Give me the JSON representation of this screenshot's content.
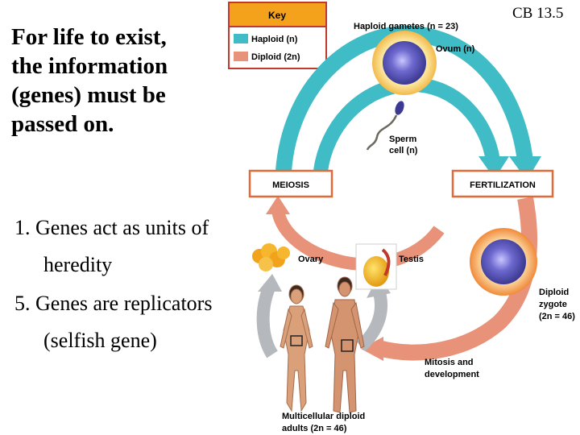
{
  "slide": {
    "reference": "CB 13.5",
    "intro_lines": [
      "For life to exist,",
      "the information",
      "(genes) must be",
      "passed on."
    ],
    "points": [
      {
        "number_text": "1. Genes act as units of",
        "continuation": "heredity"
      },
      {
        "number_text": "5. Genes are replicators",
        "continuation": "(selfish gene)"
      }
    ]
  },
  "diagram": {
    "key": {
      "title": "Key",
      "items": [
        {
          "label": "Haploid (n)",
          "color": "#3fbcc6"
        },
        {
          "label": "Diploid (2n)",
          "color": "#e8927a"
        }
      ]
    },
    "labels": {
      "haploid_gametes": "Haploid gametes (n = 23)",
      "ovum": "Ovum (n)",
      "sperm_line1": "Sperm",
      "sperm_line2": "cell (n)",
      "meiosis": "MEIOSIS",
      "fertilization": "FERTILIZATION",
      "ovary": "Ovary",
      "testis": "Testis",
      "zygote_line1": "Diploid",
      "zygote_line2": "zygote",
      "zygote_line3": "(2n = 46)",
      "mitosis_line1": "Mitosis and",
      "mitosis_line2": "development",
      "adults_line1": "Multicellular diploid",
      "adults_line2": "adults (2n = 46)"
    },
    "colors": {
      "key_fill": "#f4a21c",
      "key_border": "#c0392b",
      "haploid": "#3fbcc6",
      "diploid": "#e8927a",
      "cell": "#5b59b5",
      "grey_arrow": "#b5b8bd"
    }
  }
}
